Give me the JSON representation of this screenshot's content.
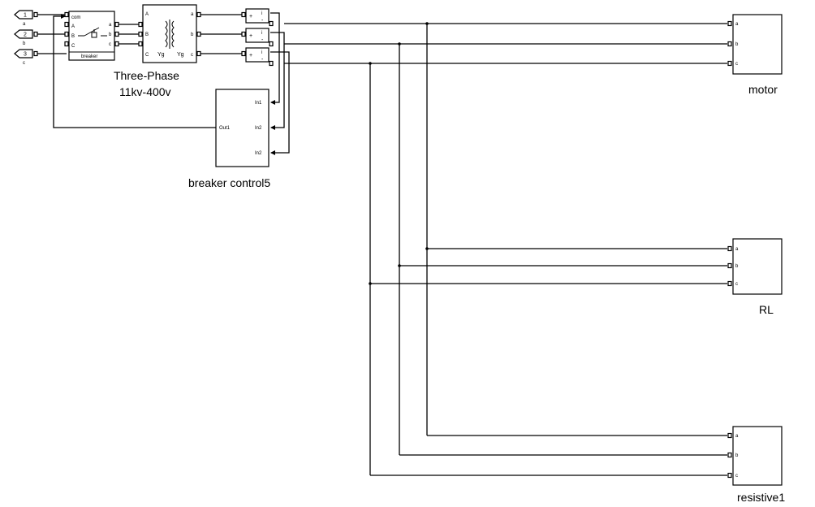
{
  "sources": [
    {
      "num": "1",
      "port": "a"
    },
    {
      "num": "2",
      "port": "b"
    },
    {
      "num": "3",
      "port": "c"
    }
  ],
  "breaker": {
    "name": "breaker",
    "com_port": "com",
    "in_ports": [
      "A",
      "B",
      "C"
    ],
    "out_ports": [
      "a",
      "b",
      "c"
    ]
  },
  "transformer": {
    "name_line1": "Three-Phase",
    "name_line2": "11kv-400v",
    "in_ports": [
      "A",
      "B",
      "C"
    ],
    "out_ports": [
      "a",
      "b",
      "c"
    ],
    "winding1": "Yg",
    "winding2": "Yg"
  },
  "sensor": {
    "plus": "+",
    "minus": "-",
    "out": "i"
  },
  "controller": {
    "name": "breaker control5",
    "out_port": "Out1",
    "in_ports": [
      "In1",
      "In2",
      "In2"
    ]
  },
  "loads": [
    {
      "name": "motor",
      "ports": [
        "a",
        "b",
        "c"
      ]
    },
    {
      "name": "RL",
      "ports": [
        "a",
        "b",
        "c"
      ]
    },
    {
      "name": "resistive1",
      "ports": [
        "a",
        "b",
        "c"
      ]
    }
  ]
}
